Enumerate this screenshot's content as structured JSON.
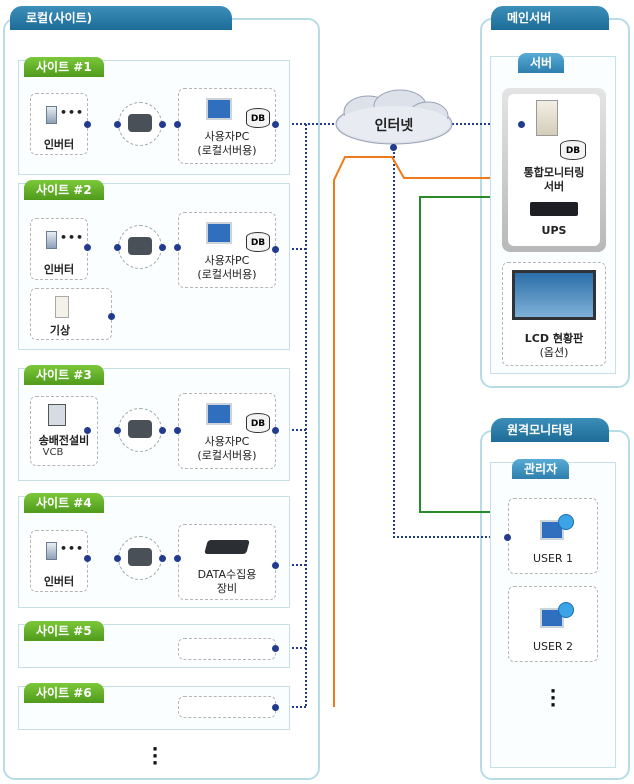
{
  "local": {
    "title": "로컬(사이트)",
    "sites": [
      {
        "tab": "사이트 #1",
        "device": "인버터",
        "pc_line1": "사용자PC",
        "pc_line2": "(로컬서버용)",
        "db": "DB"
      },
      {
        "tab": "사이트 #2",
        "device": "인버터",
        "device2": "기상",
        "pc_line1": "사용자PC",
        "pc_line2": "(로컬서버용)",
        "db": "DB"
      },
      {
        "tab": "사이트 #3",
        "device": "송배전설비",
        "device_sub": "VCB",
        "pc_line1": "사용자PC",
        "pc_line2": "(로컬서버용)",
        "db": "DB"
      },
      {
        "tab": "사이트 #4",
        "device": "인버터",
        "pc_line1": "DATA수집용",
        "pc_line2": "장비"
      },
      {
        "tab": "사이트 #5"
      },
      {
        "tab": "사이트 #6"
      }
    ],
    "ellipsis": "•••"
  },
  "internet": {
    "label": "인터넷"
  },
  "main_server": {
    "title": "메인서버",
    "section": "서버",
    "server_line1": "통합모니터링",
    "server_line2": "서버",
    "db": "DB",
    "ups": "UPS",
    "lcd_line1": "LCD 현황판",
    "lcd_line2": "(옵션)"
  },
  "remote": {
    "title": "원격모니터링",
    "section": "관리자",
    "users": [
      "USER 1",
      "USER 2"
    ]
  },
  "colors": {
    "accent_blue": "#1e6c98",
    "green_tab": "#5aa82a",
    "orange_line": "#f07a1a",
    "green_line": "#2a8a2a",
    "dot_line": "#223b8f"
  }
}
